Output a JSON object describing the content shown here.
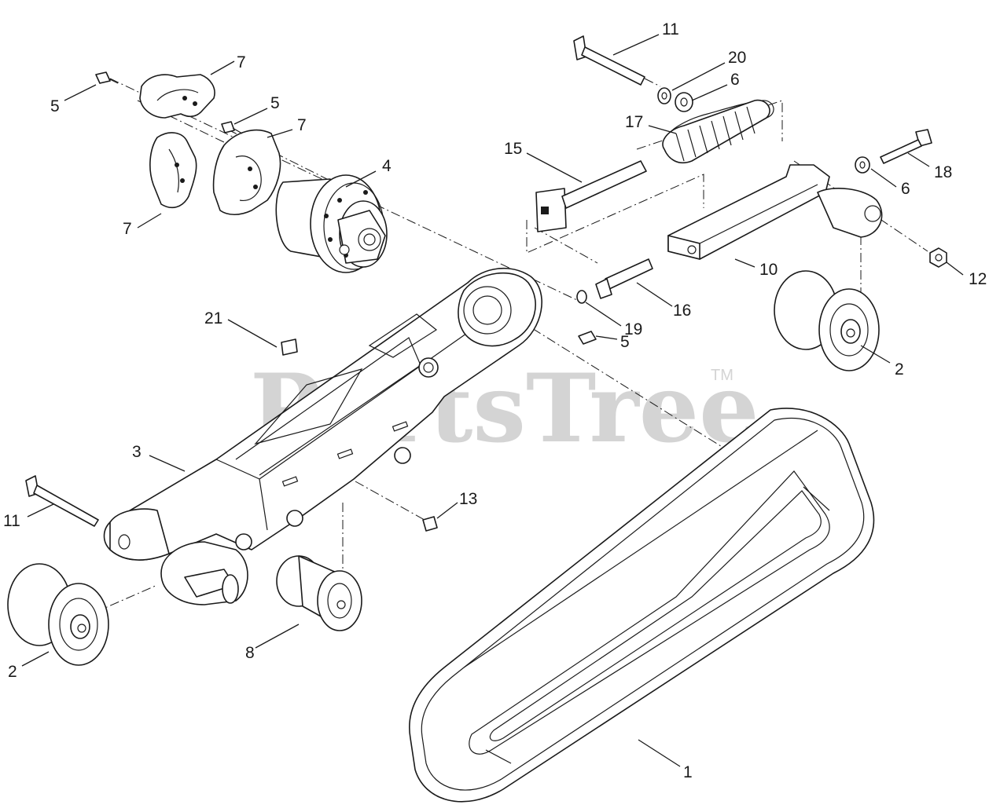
{
  "watermark": {
    "brand": "PartsTree",
    "trademark": "TM"
  },
  "callouts": [
    {
      "id": "c11a",
      "label": "11"
    },
    {
      "id": "c20",
      "label": "20"
    },
    {
      "id": "c6a",
      "label": "6"
    },
    {
      "id": "c7a",
      "label": "7"
    },
    {
      "id": "c5a",
      "label": "5"
    },
    {
      "id": "c5b",
      "label": "5"
    },
    {
      "id": "c7b",
      "label": "7"
    },
    {
      "id": "c17",
      "label": "17"
    },
    {
      "id": "c15",
      "label": "15"
    },
    {
      "id": "c4",
      "label": "4"
    },
    {
      "id": "c18",
      "label": "18"
    },
    {
      "id": "c6b",
      "label": "6"
    },
    {
      "id": "c7c",
      "label": "7"
    },
    {
      "id": "c10",
      "label": "10"
    },
    {
      "id": "c12",
      "label": "12"
    },
    {
      "id": "c16",
      "label": "16"
    },
    {
      "id": "c19",
      "label": "19"
    },
    {
      "id": "c21",
      "label": "21"
    },
    {
      "id": "c5c",
      "label": "5"
    },
    {
      "id": "c2a",
      "label": "2"
    },
    {
      "id": "c3",
      "label": "3"
    },
    {
      "id": "c13",
      "label": "13"
    },
    {
      "id": "c11b",
      "label": "11"
    },
    {
      "id": "c2b",
      "label": "2"
    },
    {
      "id": "c8",
      "label": "8"
    },
    {
      "id": "c1",
      "label": "1"
    }
  ]
}
